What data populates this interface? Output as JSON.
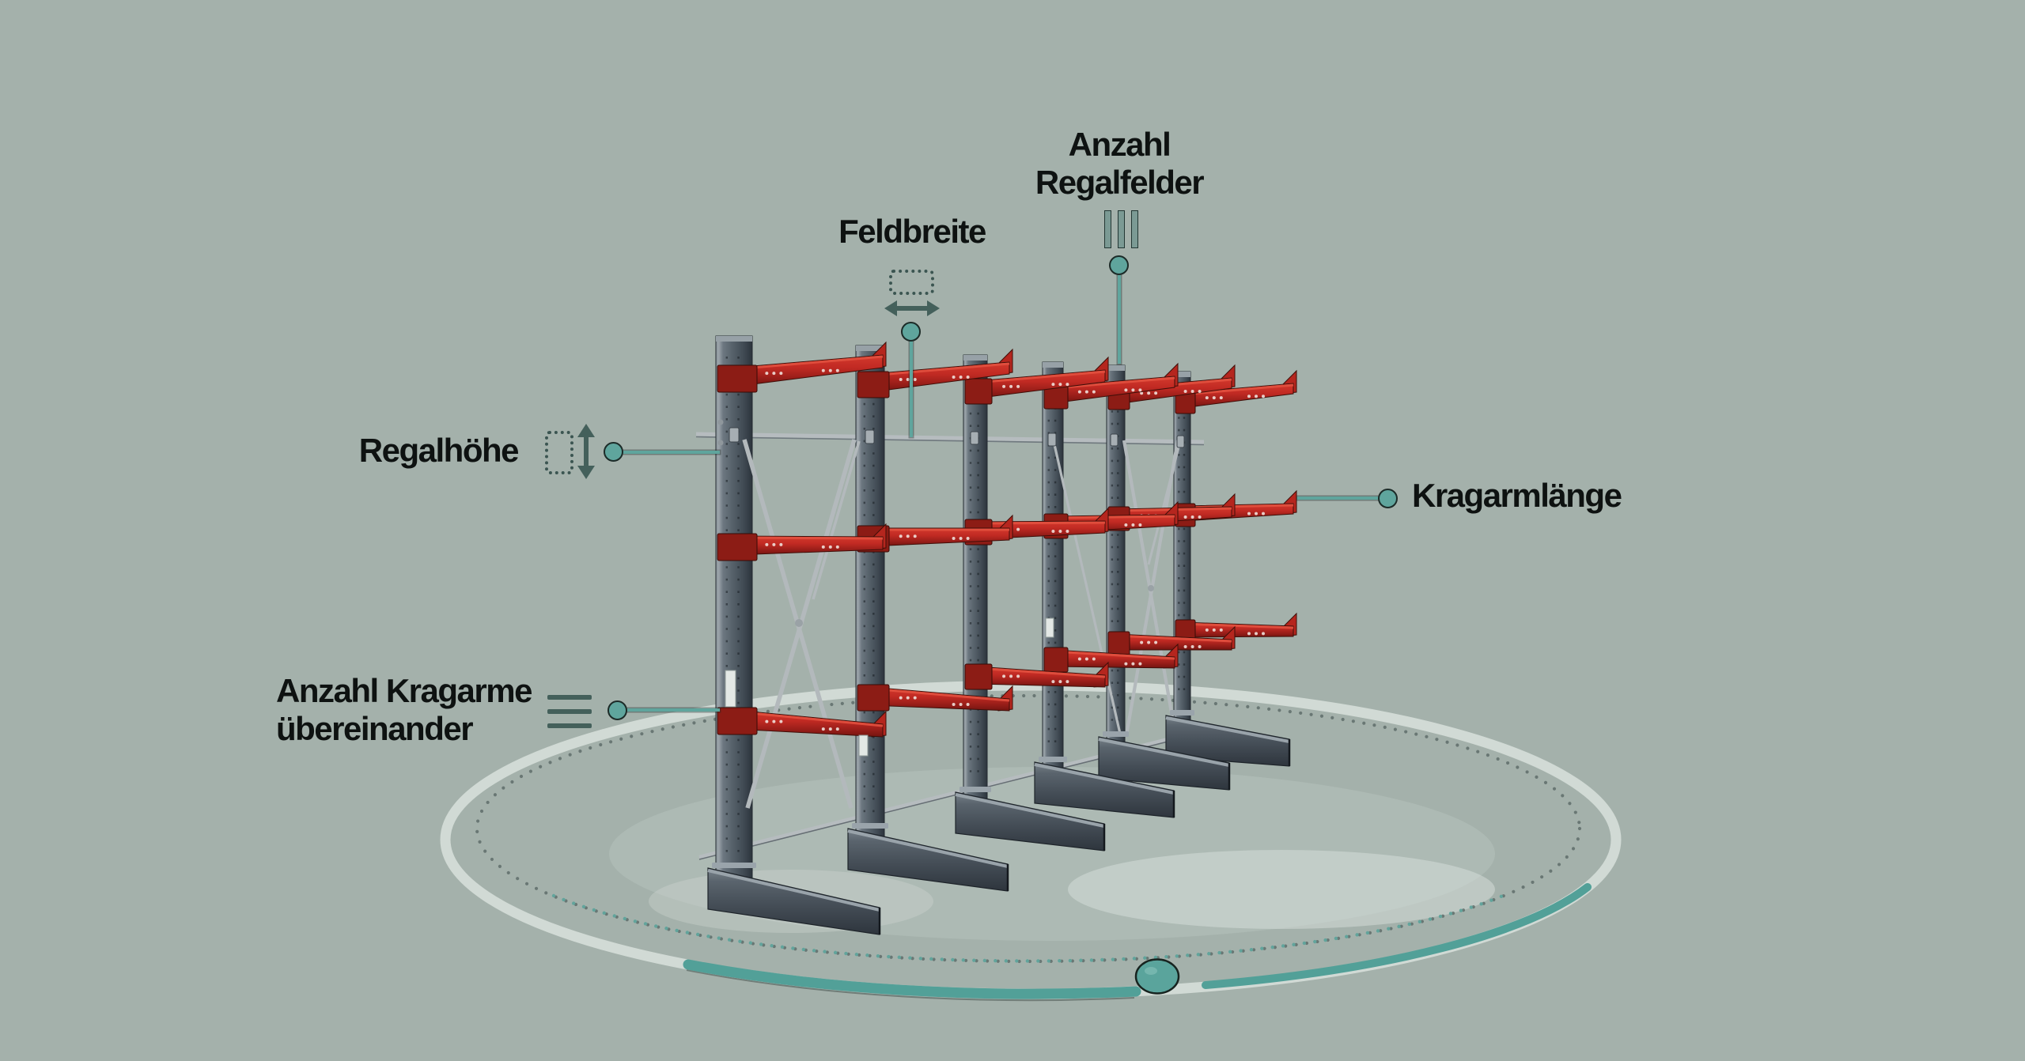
{
  "figure": {
    "type": "cantilever-rack-configurator-diagram",
    "labels": {
      "anzahl_regalfelder": {
        "line1": "Anzahl",
        "line2": "Regalfelder"
      },
      "feldbreite": {
        "label": "Feldbreite"
      },
      "regalhoehe": {
        "label": "Regalhöhe"
      },
      "kragarmlaenge": {
        "label": "Kragarmlänge"
      },
      "anzahl_kragarme": {
        "line1": "Anzahl Kragarme",
        "line2": "übereinander"
      }
    },
    "icons": {
      "anzahl_regalfelder": "three-vertical-bars-icon",
      "feldbreite": "dotted-rectangle-with-horizontal-double-arrow-icon",
      "regalhoehe": "dotted-rectangle-with-vertical-double-arrow-icon",
      "anzahl_kragarme": "three-horizontal-lines-icon"
    },
    "colors": {
      "background": "#a4b1ab",
      "accent_teal": "#5fa59d",
      "callout_outline": "#1c2b28",
      "icon_slate": "#44605b",
      "arm_red": "#c63127",
      "arm_red_dark": "#9c1f1a",
      "steel_column": "#57626b",
      "steel_base": "#49525b",
      "brace_silver": "#b3b9bc",
      "ring_silver": "#d5ddd8",
      "text": "#0e1211"
    },
    "rack": {
      "bays": 5,
      "columns": 6,
      "arm_levels_per_column": 3,
      "cross_braced_bays": [
        1,
        5
      ]
    }
  }
}
